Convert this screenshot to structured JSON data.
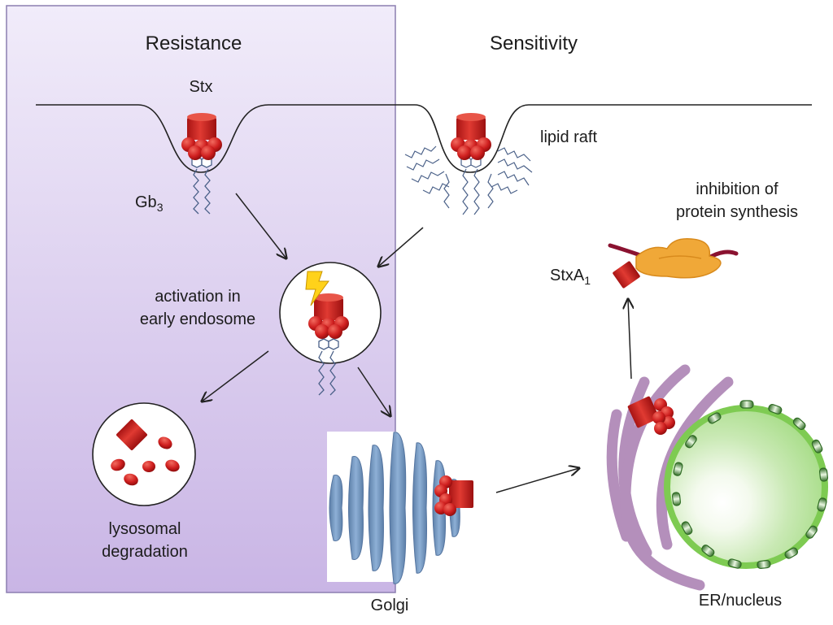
{
  "labels": {
    "resistance": "Resistance",
    "sensitivity": "Sensitivity",
    "stx": "Stx",
    "lipid_raft": "lipid raft",
    "gb3_main": "Gb",
    "gb3_sub": "3",
    "activation_line1": "activation in",
    "activation_line2": "early endosome",
    "inhibition_line1": "inhibition of",
    "inhibition_line2": "protein synthesis",
    "stxa1_main": "StxA",
    "stxa1_sub": "1",
    "lysosomal_line1": "lysosomal",
    "lysosomal_line2": "degradation",
    "golgi": "Golgi",
    "er_nucleus": "ER/nucleus"
  },
  "colors": {
    "resistance_panel": "#dcd0ef",
    "toxin_red": "#d42020",
    "golgi_blue": "#7c9fc5",
    "er_purple": "#b48fbb",
    "nucleus_green": "#8fd86a",
    "ribosome_orange": "#f0a838",
    "lipid_tail": "#4a6088"
  }
}
